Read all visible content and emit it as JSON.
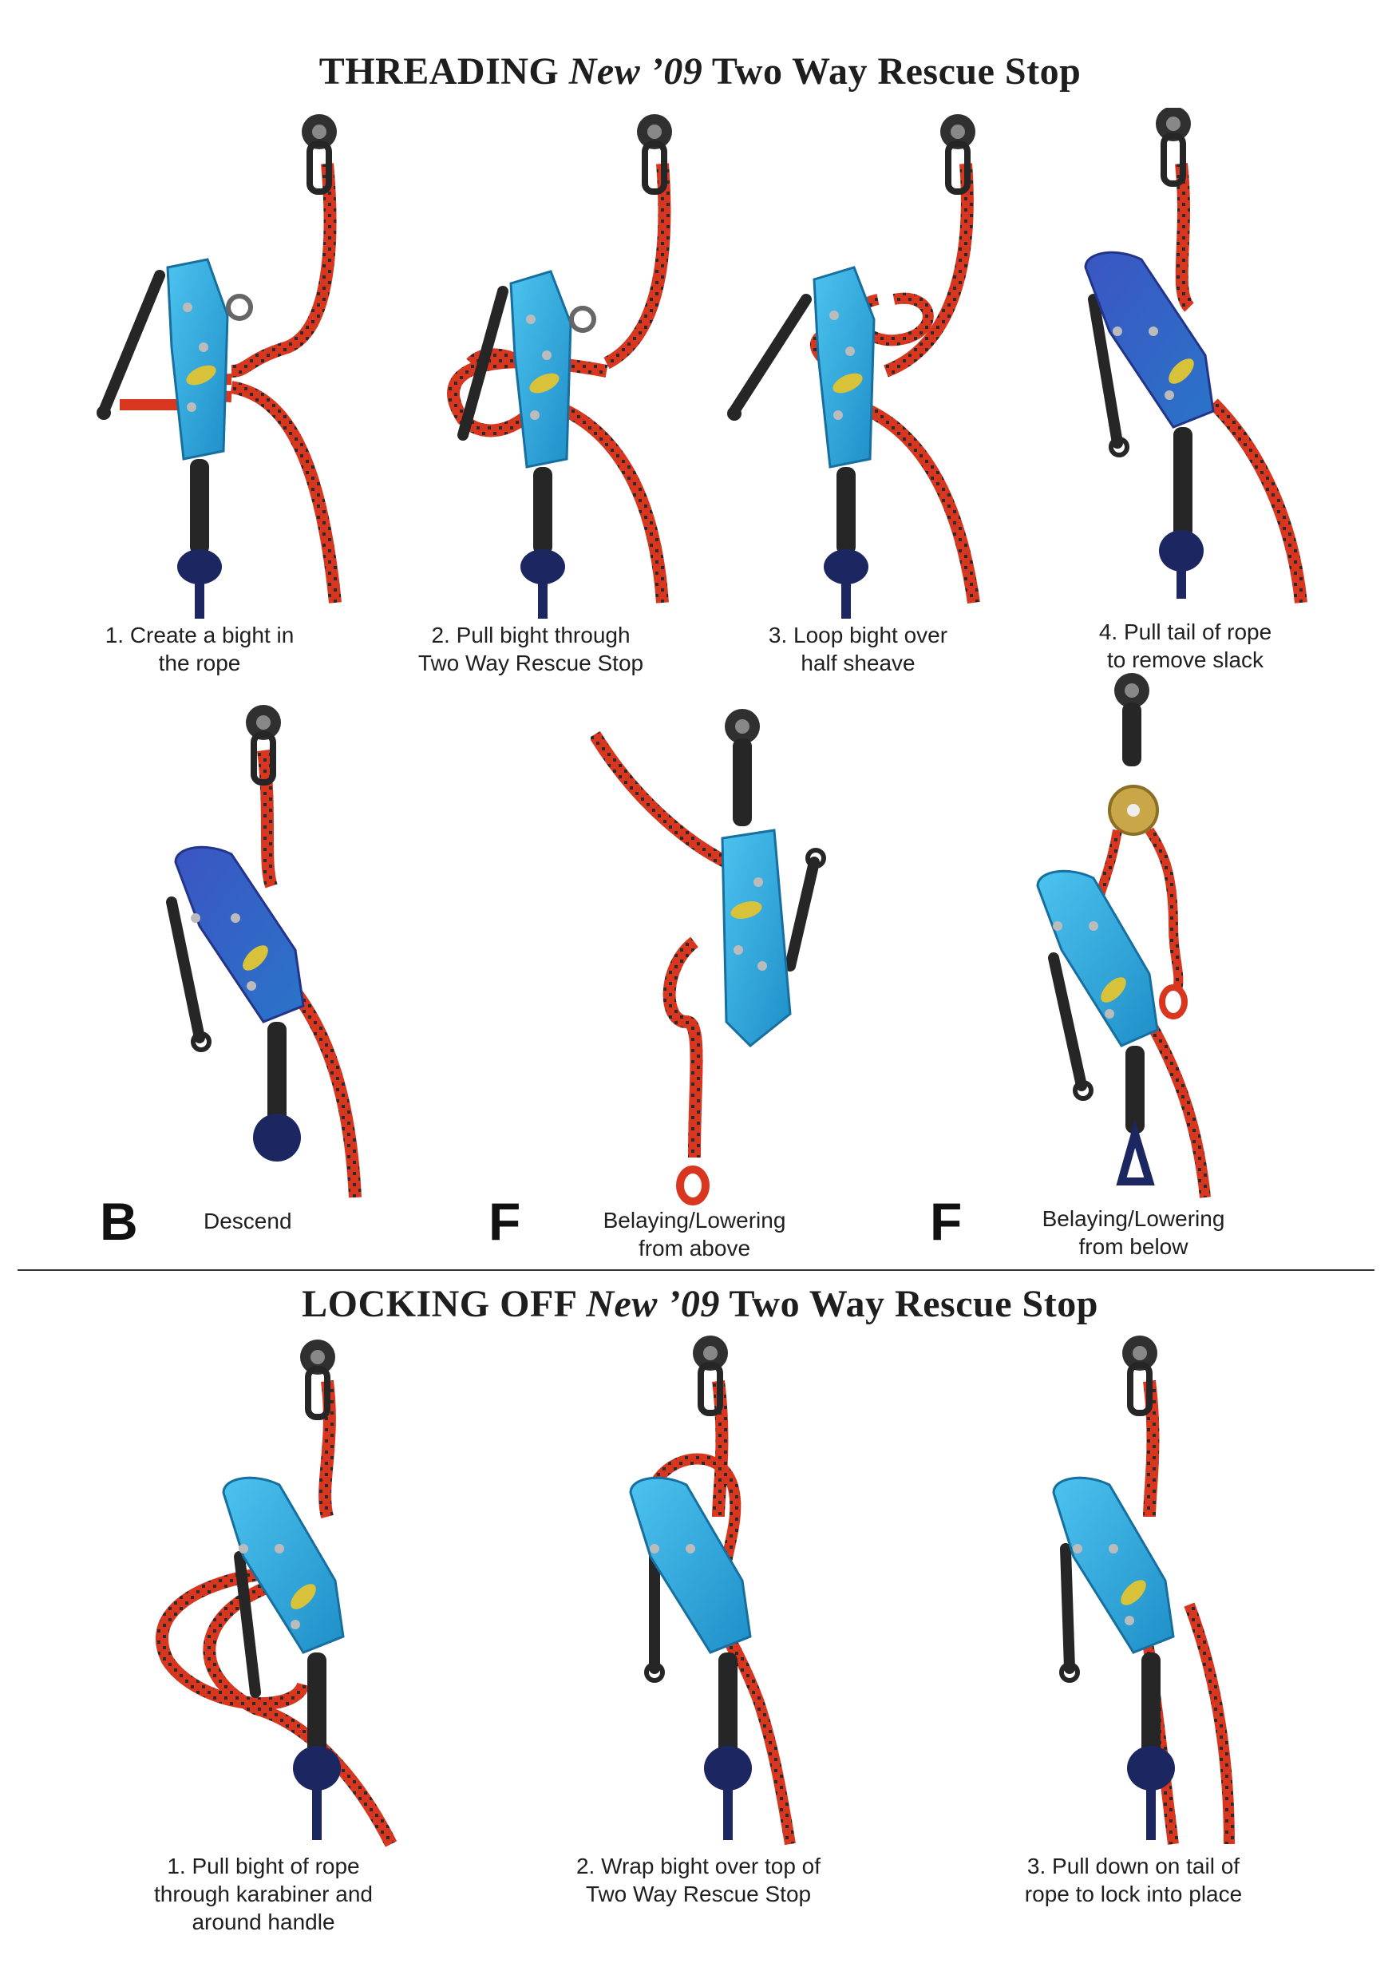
{
  "threading": {
    "title": {
      "part1": "THREADING",
      "part2": "New ’09",
      "part3": "Two Way Rescue Stop"
    },
    "steps": [
      {
        "line1": "1. Create a bight in",
        "line2": "the rope"
      },
      {
        "line1": "2. Pull bight through",
        "line2": "Two Way Rescue Stop"
      },
      {
        "line1": "3. Loop bight over",
        "line2": "half sheave"
      },
      {
        "line1": "4. Pull tail of rope",
        "line2": "to remove slack"
      }
    ]
  },
  "modes": [
    {
      "letter": "B",
      "line1": "Descend",
      "line2": ""
    },
    {
      "letter": "F",
      "line1": "Belaying/Lowering",
      "line2": "from above"
    },
    {
      "letter": "F",
      "line1": "Belaying/Lowering",
      "line2": "from below"
    }
  ],
  "locking": {
    "title": {
      "part1": "LOCKING OFF",
      "part2": "New ’09",
      "part3": "Two Way Rescue Stop"
    },
    "steps": [
      {
        "line1": "1. Pull bight of rope",
        "line2": "through karabiner and",
        "line3": "around handle"
      },
      {
        "line1": "2. Wrap bight over top of",
        "line2": "Two Way Rescue Stop",
        "line3": ""
      },
      {
        "line1": "3. Pull down on tail of",
        "line2": "rope to lock into place",
        "line3": ""
      }
    ]
  },
  "colors": {
    "device_blue": "#2aa6dc",
    "device_dark_blue": "#2f4fb0",
    "rope_red": "#d8361e",
    "rope_dark": "#2b2b2b",
    "handle_black": "#262626",
    "knot_navy": "#1c2660",
    "badge_yellow": "#d8c23a"
  }
}
